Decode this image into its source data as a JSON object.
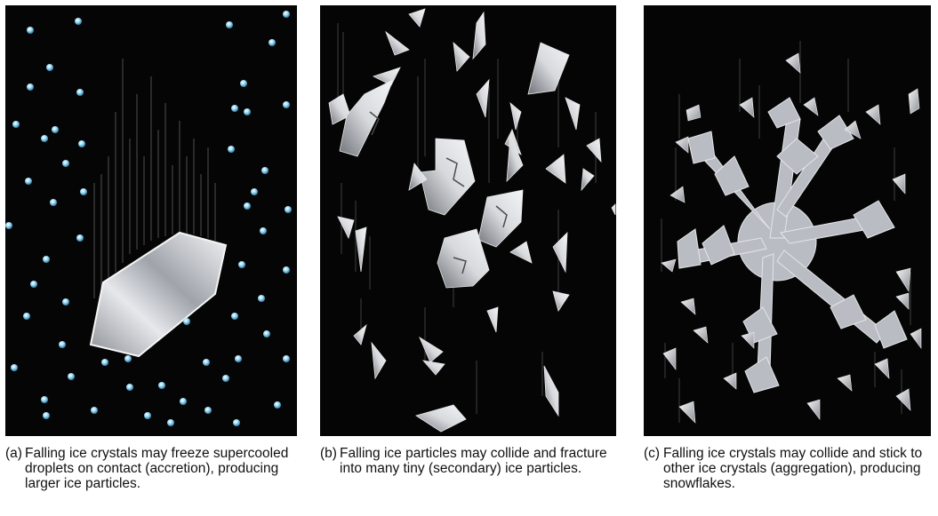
{
  "panels": [
    {
      "id": "a",
      "letter": "(a)",
      "caption": "Falling ice crystals may freeze supercooled droplets on contact (accretion), producing larger ice particles."
    },
    {
      "id": "b",
      "letter": "(b)",
      "caption": "Falling ice particles may collide and fracture into many tiny (secondary) ice particles."
    },
    {
      "id": "c",
      "letter": "(c)",
      "caption": "Falling ice crystals may collide and stick to other ice crystals (aggregation), producing snowflakes."
    }
  ],
  "colors": {
    "background": "#050505",
    "ice": "#c9ccd2",
    "droplet": "#8fd3f0",
    "caption_text": "#111111"
  }
}
